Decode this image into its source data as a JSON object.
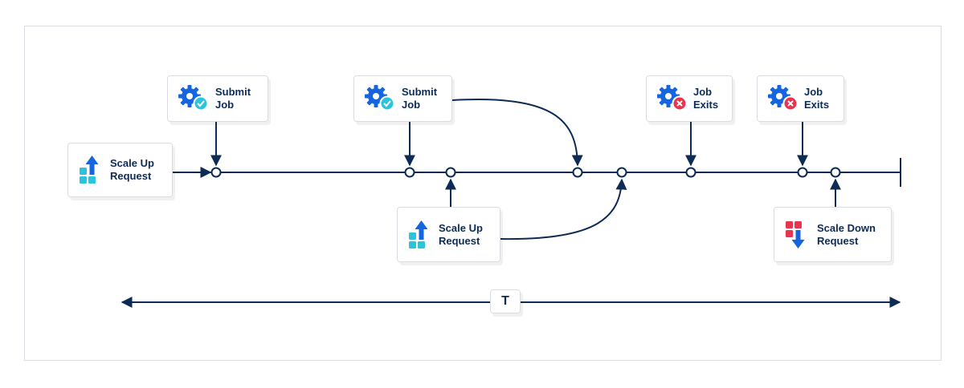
{
  "colors": {
    "line": "#0d2b55",
    "gear": "#1565e0",
    "check": "#2bc4dc",
    "exit": "#e8344e",
    "scale_up": "#1aa7e8",
    "scale_down": "#e8344e"
  },
  "cards": {
    "submit_job_1": {
      "label": "Submit\nJob",
      "icon": "gear-check-icon"
    },
    "submit_job_2": {
      "label": "Submit\nJob",
      "icon": "gear-check-icon"
    },
    "job_exits_1": {
      "label": "Job\nExits",
      "icon": "gear-x-icon"
    },
    "job_exits_2": {
      "label": "Job\nExits",
      "icon": "gear-x-icon"
    },
    "scale_up_1": {
      "label": "Scale Up\nRequest",
      "icon": "scale-up-icon"
    },
    "scale_up_2": {
      "label": "Scale Up\nRequest",
      "icon": "scale-up-icon"
    },
    "scale_down": {
      "label": "Scale Down\nRequest",
      "icon": "scale-down-icon"
    }
  },
  "duration_label": "T"
}
